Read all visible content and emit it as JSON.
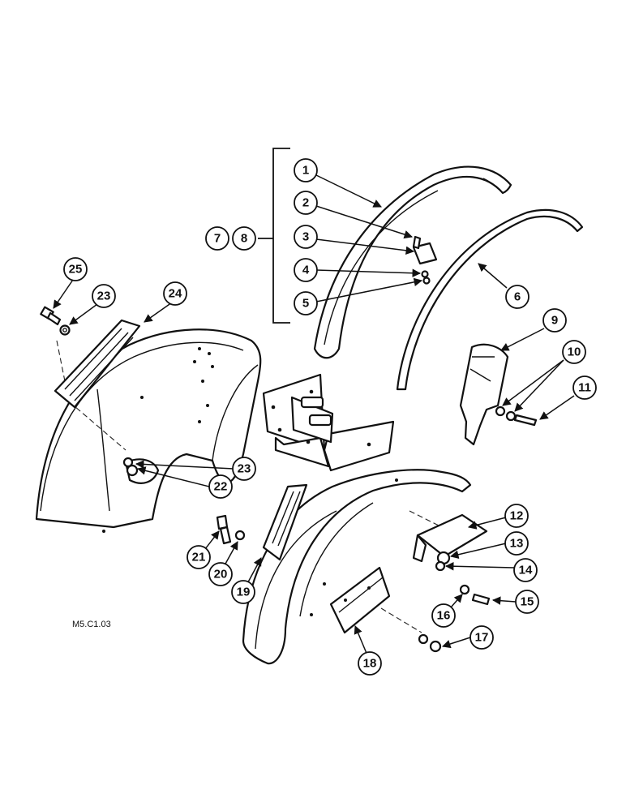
{
  "callouts": [
    {
      "label": "1"
    },
    {
      "label": "2"
    },
    {
      "label": "3"
    },
    {
      "label": "4"
    },
    {
      "label": "5"
    },
    {
      "label": "6"
    },
    {
      "label": "7"
    },
    {
      "label": "8"
    },
    {
      "label": "9"
    },
    {
      "label": "10"
    },
    {
      "label": "11"
    },
    {
      "label": "12"
    },
    {
      "label": "13"
    },
    {
      "label": "14"
    },
    {
      "label": "15"
    },
    {
      "label": "16"
    },
    {
      "label": "17"
    },
    {
      "label": "18"
    },
    {
      "label": "19"
    },
    {
      "label": "20"
    },
    {
      "label": "21"
    },
    {
      "label": "22"
    },
    {
      "label": "23"
    },
    {
      "label": "24"
    },
    {
      "label": "25"
    },
    {
      "label": "23"
    }
  ],
  "reference_code": "M5.C1.03"
}
